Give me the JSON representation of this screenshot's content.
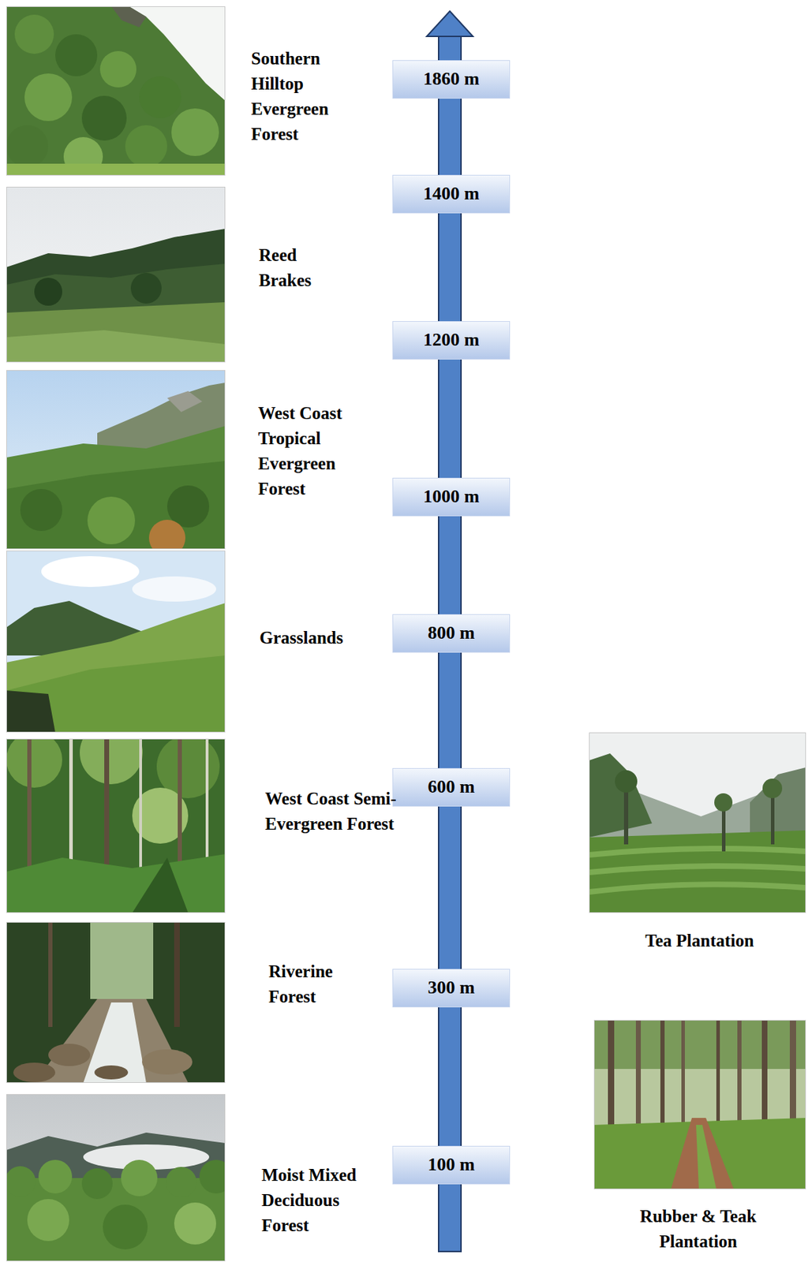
{
  "diagram": {
    "nodes": [
      {
        "text": [
          "1860 m"
        ]
      },
      {
        "text": [
          "1400 m"
        ]
      },
      {
        "text": [
          "1200 m"
        ]
      },
      {
        "text": [
          "1000 m"
        ]
      },
      {
        "text": [
          "800 m"
        ]
      },
      {
        "text": [
          "600 m"
        ]
      },
      {
        "text": [
          "300 m"
        ]
      },
      {
        "text": [
          "100 m"
        ]
      }
    ],
    "labels": [
      "Southern Hilltop Evergreen Forest",
      "Reed Brakes",
      "West Coast Tropical Evergreen Forest",
      "Grasslands",
      "West Coast Semi-Evergreen Forest",
      "Tea Plantation",
      "Riverine Forest",
      "Moist Mixed Deciduous Forest",
      "Rubber & Teak Plantation"
    ]
  }
}
